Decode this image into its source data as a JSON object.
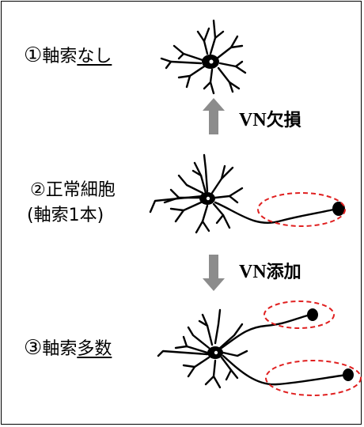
{
  "labels": {
    "s1_num": "①",
    "s1_prefix": "軸索",
    "s1_underlined": "なし",
    "s2_line1": "②正常細胞",
    "s2_line2": "(軸索1本)",
    "s3_num": "③",
    "s3_prefix": "軸索",
    "s3_underlined": "多数"
  },
  "arrows": {
    "up_latin": "VN",
    "up_jp": "欠損",
    "down_latin": "VN",
    "down_jp": "添加"
  },
  "colors": {
    "arrow": "#8c8c8c",
    "neuron": "#000000",
    "highlight": "#e02020"
  }
}
